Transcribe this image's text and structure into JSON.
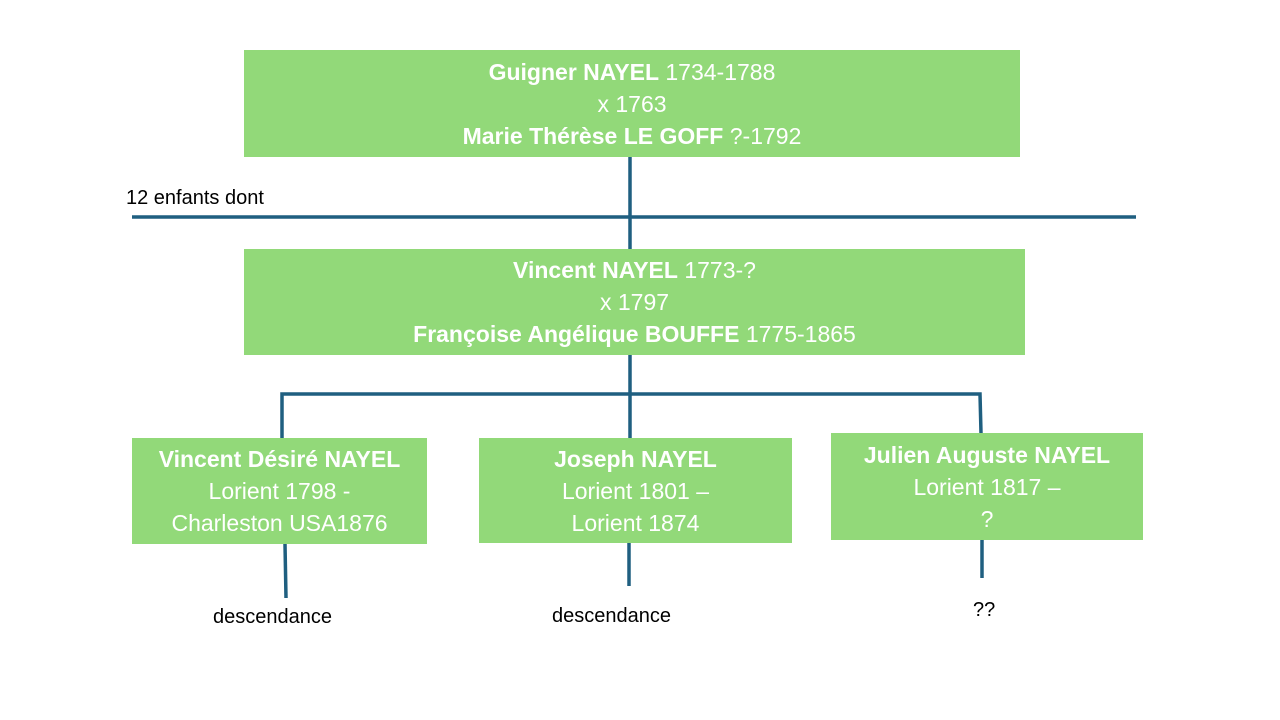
{
  "colors": {
    "box_fill": "#92d979",
    "box_text": "#ffffff",
    "connector": "#1f5f80",
    "label_text": "#000000"
  },
  "note": "12 enfants dont",
  "root": {
    "name": "Guigner NAYEL",
    "dates": "1734-1788",
    "marriage": "x 1763",
    "spouse_name": "Marie Thérèse LE GOFF",
    "spouse_dates": "?-1792"
  },
  "second": {
    "name": "Vincent NAYEL",
    "dates": "1773-?",
    "marriage": "x 1797",
    "spouse_name": "Françoise Angélique BOUFFE",
    "spouse_dates": "1775-1865"
  },
  "children": [
    {
      "name": "Vincent Désiré NAYEL",
      "line2": "Lorient 1798 -",
      "line3": "Charleston USA1876",
      "below": "descendance"
    },
    {
      "name": "Joseph NAYEL",
      "line2": "Lorient 1801 –",
      "line3": "Lorient 1874",
      "below": "descendance"
    },
    {
      "name": "Julien Auguste NAYEL",
      "line2": "Lorient 1817 –",
      "line3": "?",
      "below": "??"
    }
  ]
}
